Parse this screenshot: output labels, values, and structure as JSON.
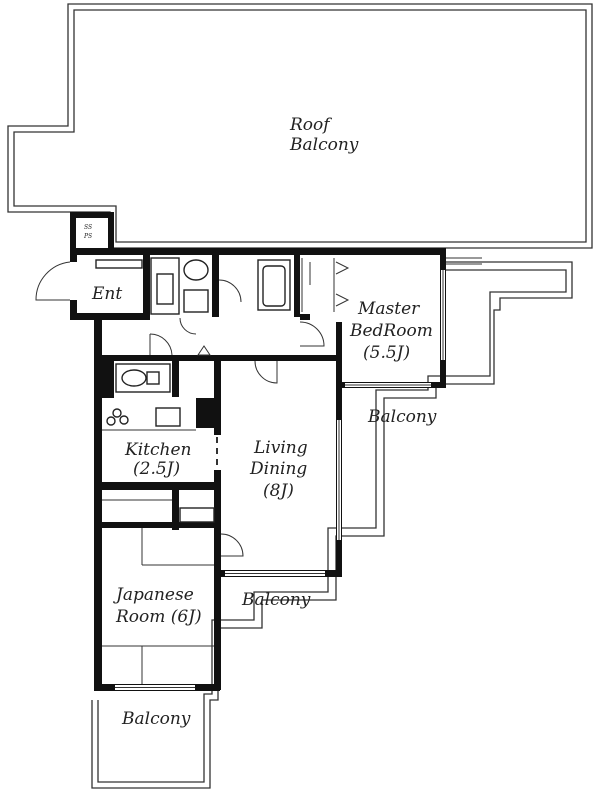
{
  "rooms": {
    "roof_balcony": {
      "line1": "Roof",
      "line2": "Balcony"
    },
    "entrance": {
      "label": "Ent"
    },
    "ss_ps": {
      "line1": "SS",
      "line2": "PS"
    },
    "master_bedroom": {
      "line1": "Master",
      "line2": "BedRoom",
      "line3": "(5.5J)"
    },
    "balcony_east": {
      "label": "Balcony"
    },
    "kitchen": {
      "line1": "Kitchen",
      "line2": "(2.5J)"
    },
    "living_dining": {
      "line1": "Living",
      "line2": "Dining",
      "line3": "(8J)"
    },
    "balcony_middle": {
      "label": "Balcony"
    },
    "japanese_room": {
      "line1": "Japanese",
      "line2": "Room (6J)"
    },
    "balcony_south": {
      "label": "Balcony"
    }
  },
  "colors": {
    "wall": "#111111",
    "line": "#333333",
    "background": "#ffffff"
  }
}
